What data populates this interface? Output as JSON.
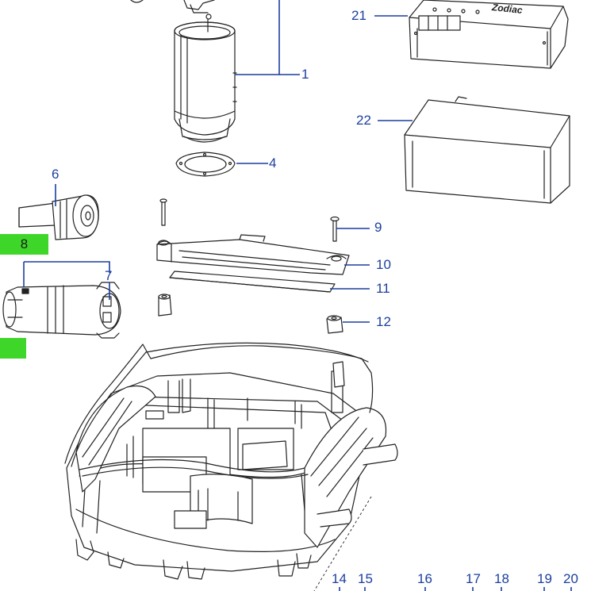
{
  "colors": {
    "callout": "#1c3f9e",
    "highlight": "#3fd62a",
    "line_art": "#222222"
  },
  "callouts": {
    "c1": "1",
    "c4": "4",
    "c6": "6",
    "c7": "7",
    "c8": "8",
    "c9": "9",
    "c10": "10",
    "c11": "11",
    "c12": "12",
    "c14": "14",
    "c15": "15",
    "c16": "16",
    "c17": "17",
    "c18": "18",
    "c19": "19",
    "c20": "20",
    "c21": "21",
    "c22": "22"
  },
  "controller_logo": "Zodiac"
}
